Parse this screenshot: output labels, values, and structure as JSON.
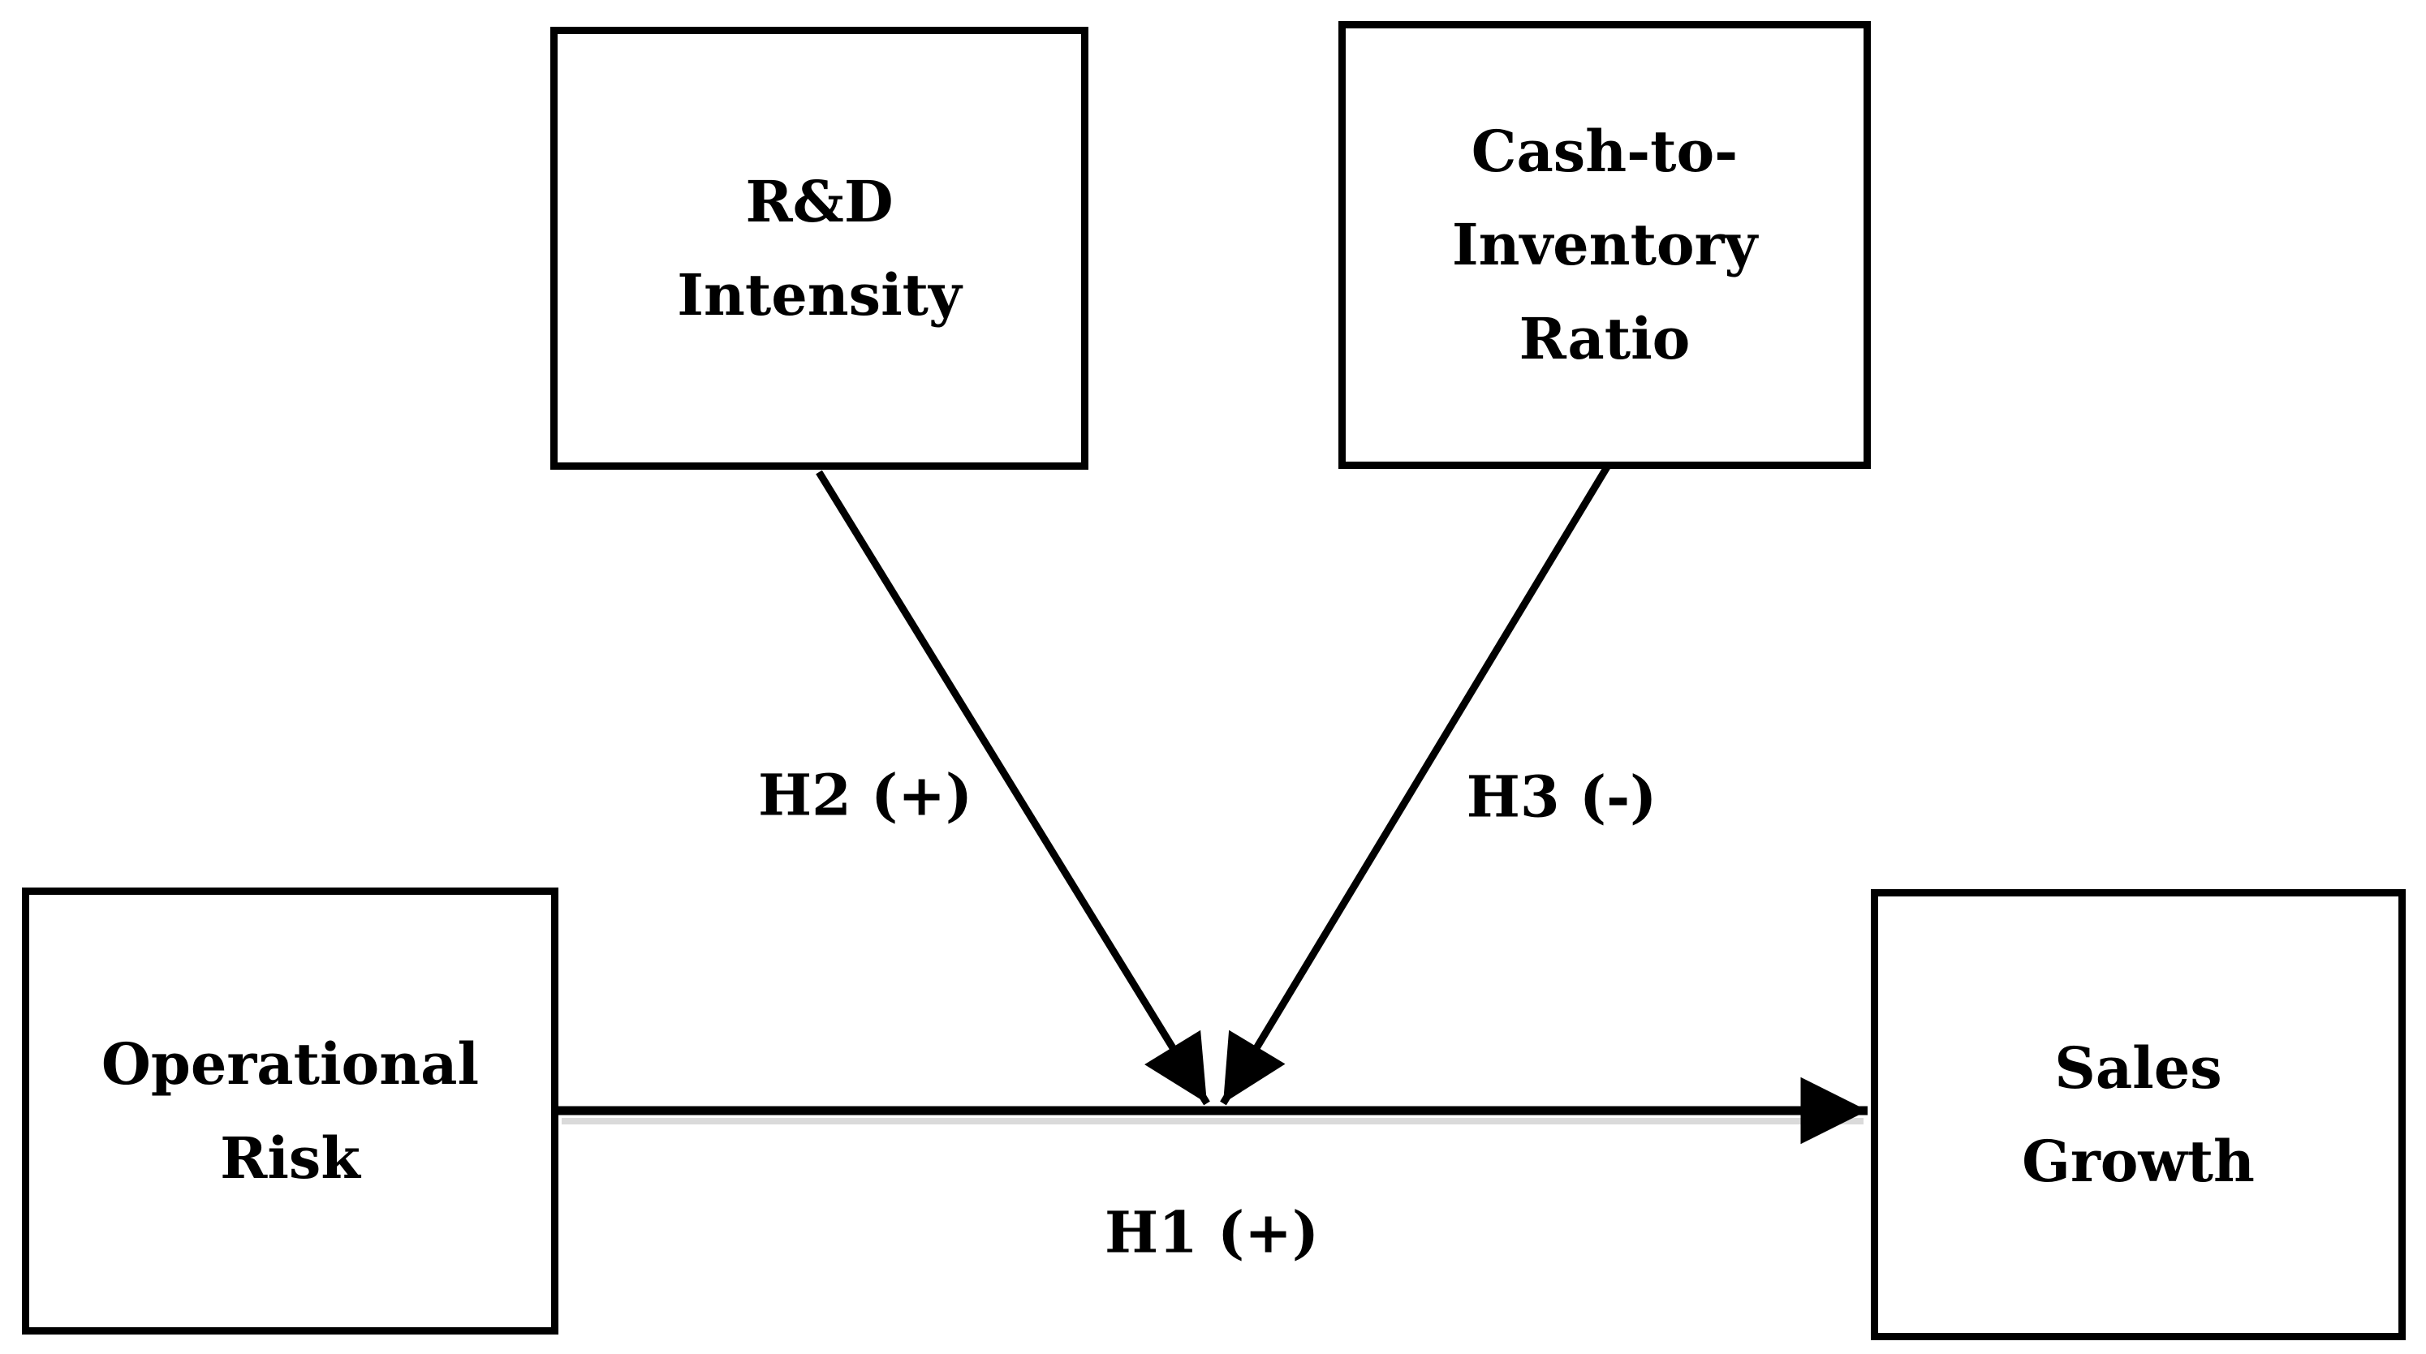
{
  "figure": {
    "type": "moderation-model-diagram",
    "background": "#ffffff",
    "ink": "#000000",
    "shadow": "#dadada"
  },
  "nodes": {
    "rd_intensity": {
      "label": "R&D\nIntensity"
    },
    "cash_to_inventory": {
      "label": "Cash-to-\nInventory\nRatio"
    },
    "operational_risk": {
      "label": "Operational\nRisk"
    },
    "sales_growth": {
      "label": "Sales\nGrowth"
    }
  },
  "edges": {
    "h1": {
      "label": "H1 (+)",
      "from": "operational_risk",
      "to": "sales_growth"
    },
    "h2": {
      "label": "H2 (+)",
      "from": "rd_intensity",
      "to": "h1_arrow_midpoint"
    },
    "h3": {
      "label": "H3 (-)",
      "from": "cash_to_inventory",
      "to": "h1_arrow_midpoint"
    }
  }
}
